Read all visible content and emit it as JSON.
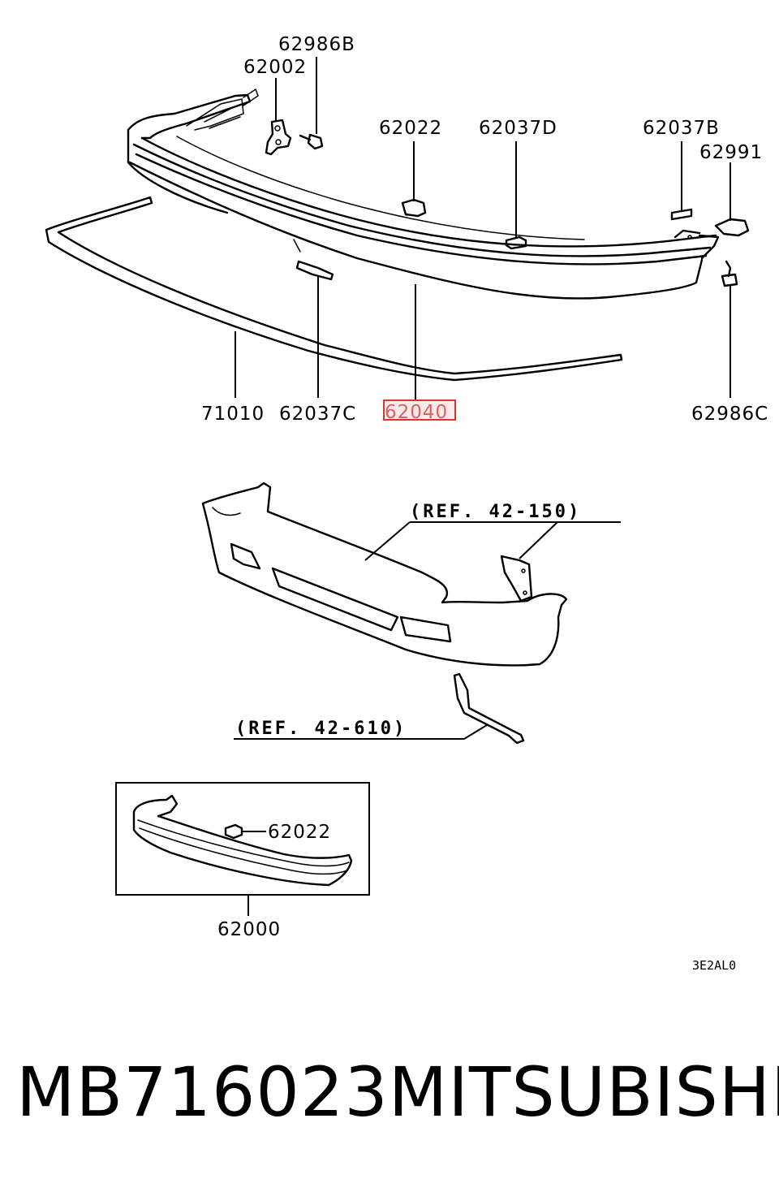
{
  "callouts": [
    {
      "id": "62986B",
      "text": "62986B"
    },
    {
      "id": "62002",
      "text": "62002"
    },
    {
      "id": "62022",
      "text": "62022"
    },
    {
      "id": "62037D",
      "text": "62037D"
    },
    {
      "id": "62037B",
      "text": "62037B"
    },
    {
      "id": "62991",
      "text": "62991"
    },
    {
      "id": "71010",
      "text": "71010"
    },
    {
      "id": "62037C",
      "text": "62037C"
    },
    {
      "id": "62040",
      "text": "62040"
    },
    {
      "id": "62986C",
      "text": "62986C"
    },
    {
      "id": "62022_inset",
      "text": "62022"
    },
    {
      "id": "62000",
      "text": "62000"
    }
  ],
  "references": {
    "upper": "(REF. 42-150)",
    "lower": "(REF. 42-610)"
  },
  "diagram_code": "3E2AL0",
  "highlight": {
    "callout": "62040",
    "color": "#d33333"
  },
  "footer": {
    "part_number": "MB716023",
    "brand": "MITSUBISHI"
  }
}
